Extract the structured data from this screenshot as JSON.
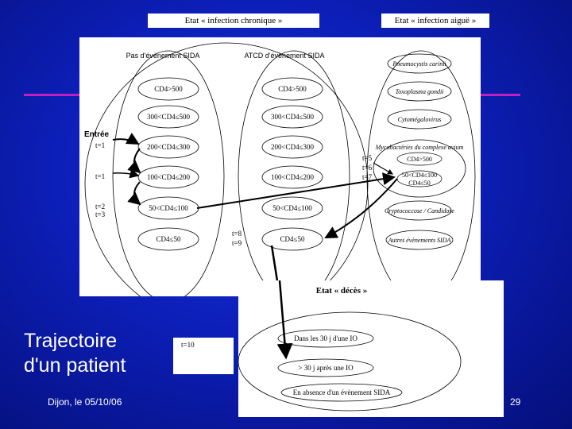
{
  "header": {
    "chronic_label": "Etat « infection chronique »",
    "acute_label": "Etat « infection aiguë »"
  },
  "columns": {
    "no_aids": {
      "title": "Pas d'évènement SIDA",
      "states": [
        "CD4>500",
        "300<CD4≤500",
        "200<CD4≤300",
        "100<CD4≤200",
        "50<CD4≤100",
        "CD4≤50"
      ]
    },
    "aids_history": {
      "title": "ATCD d'évènement SIDA",
      "states": [
        "CD4>500",
        "300<CD4≤500",
        "200<CD4≤300",
        "100<CD4≤200",
        "50<CD4≤100",
        "CD4≤50"
      ]
    },
    "acute": {
      "events": [
        "Pneumocystis carinii",
        "Toxoplasma gondii",
        "Cytomégalovirus",
        "Mycobactéries du complexe avium",
        "Cryptococcose / Candidose",
        "Autres évènements SIDA"
      ],
      "sub_states": [
        "CD4>500",
        "50<CD4≤100",
        "CD4≤50"
      ]
    }
  },
  "entry_label": "Entrée",
  "time_labels": {
    "t1": "t=1",
    "t2to4": "t=1",
    "t2": "t=2",
    "t3": "t=3",
    "t5": "t=5",
    "t6": "t=6",
    "t7": "t=7",
    "t8": "t=8",
    "t9": "t=9",
    "t10": "t=10"
  },
  "death": {
    "title": "Etat « décès »",
    "states": [
      "Dans les 30 j d'une IO",
      "> 30 j après une IO",
      "En absence d'un évènement SIDA"
    ]
  },
  "slide": {
    "title_line1": "Trajectoire",
    "title_line2": "d'un patient",
    "footer": "Dijon, le 05/10/06",
    "page": "29"
  },
  "colors": {
    "background": "#0c1fb8",
    "accent_line": "#c020c0"
  }
}
